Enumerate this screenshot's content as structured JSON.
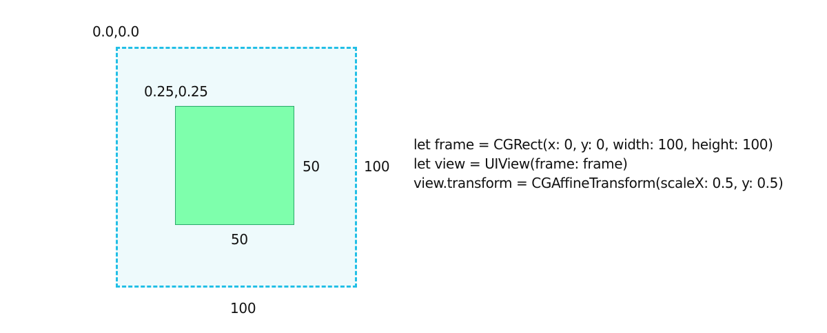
{
  "outer": {
    "origin_label": "0.0,0.0",
    "width_label": "100",
    "height_label": "100",
    "border_color": "#22bfe6",
    "fill_color": "#eefafc"
  },
  "inner": {
    "origin_label": "0.25,0.25",
    "width_label": "50",
    "height_label": "50",
    "border_color": "#2aa86a",
    "fill_color": "#7effac"
  },
  "code": {
    "lines": [
      "let frame =  CGRect(x: 0, y: 0, width: 100, height: 100)",
      "let view = UIView(frame: frame)",
      "view.transform = CGAffineTransform(scaleX: 0.5, y: 0.5)"
    ]
  }
}
